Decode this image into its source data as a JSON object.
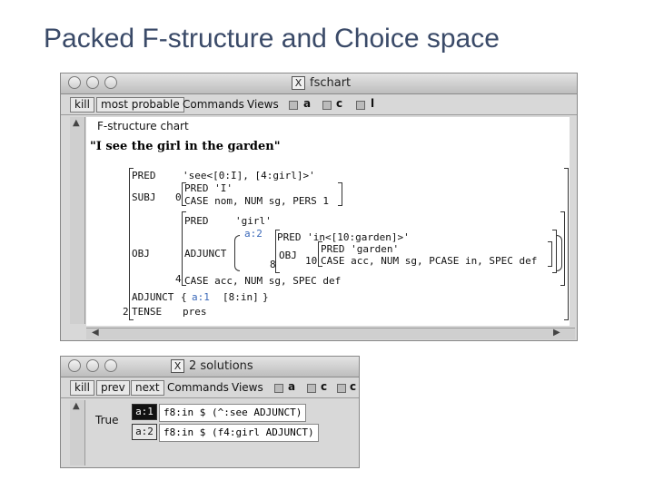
{
  "slide": {
    "title": "Packed F-structure and Choice space"
  },
  "fschart": {
    "title": "fschart",
    "menu": {
      "kill": "kill",
      "most_probable": "most probable",
      "commands": "Commands",
      "views": "Views",
      "opt_a": "a",
      "opt_c": "c",
      "opt_l": "l"
    },
    "section_label": "F-structure chart",
    "sentence": "\"I see the girl in the garden\"",
    "fs": {
      "pred_attr": "PRED",
      "pred_val": "'see<[0:I], [4:girl]>'",
      "subj_attr": "SUBJ",
      "subj_index": "0",
      "subj_pred": "PRED 'I'",
      "subj_case": "CASE nom, NUM sg, PERS 1",
      "obj_attr": "OBJ",
      "obj_pred_attr": "PRED",
      "obj_pred_val": "'girl'",
      "adjunct_attr": "ADJUNCT",
      "choice_label": "a:2",
      "adj_pred": "PRED  'in<[10:garden]>'",
      "inner_obj_attr": "OBJ",
      "inner_obj_index": "10",
      "garden_pred": "PRED 'garden'",
      "garden_case": "CASE acc, NUM sg, PCASE in, SPEC def",
      "adj_index": "8",
      "obj_index": "4",
      "obj_case": "CASE acc, NUM sg, SPEC def",
      "top_adjunct_attr": "ADJUNCT",
      "top_choice_label": "a:1",
      "top_adjunct_val": "[8:in]",
      "tense_attr": "TENSE",
      "tense_val": "pres",
      "root_index": "2"
    }
  },
  "solutions": {
    "title": "2 solutions",
    "menu": {
      "kill": "kill",
      "prev": "prev",
      "next": "next",
      "commands": "Commands",
      "views": "Views",
      "opt_a": "a",
      "opt_c": "c",
      "opt_c2": "c"
    },
    "true_label": "True",
    "choices": [
      {
        "label": "a:1",
        "text": "f8:in $ (^:see ADJUNCT)",
        "selected": true
      },
      {
        "label": "a:2",
        "text": "f8:in $ (f4:girl ADJUNCT)",
        "selected": false
      }
    ]
  }
}
